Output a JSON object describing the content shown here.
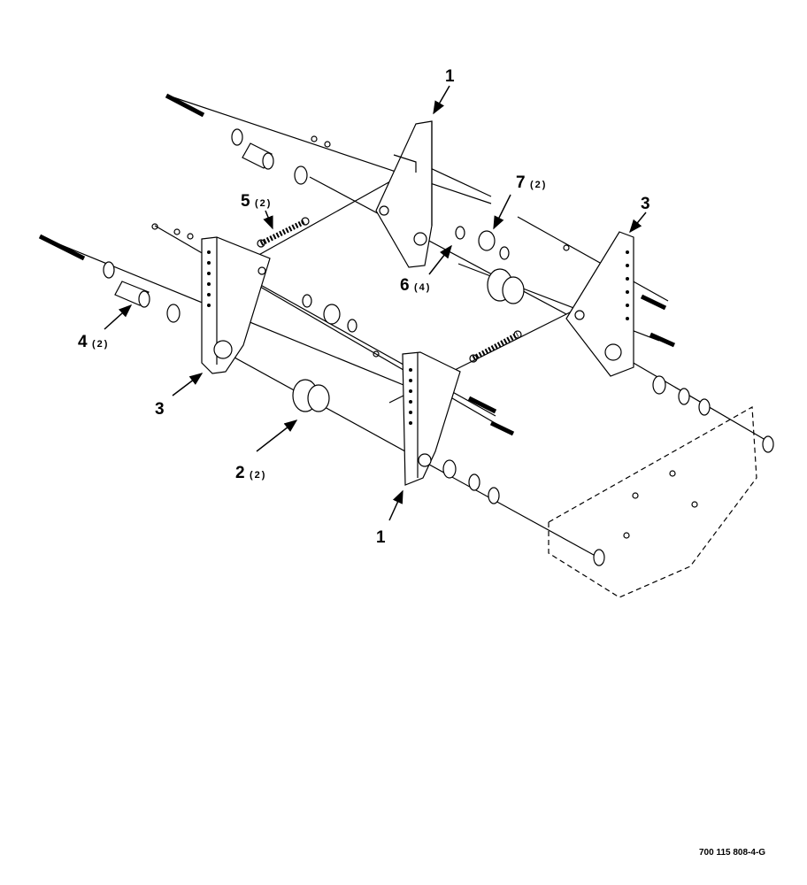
{
  "callouts": [
    {
      "id": "top-plate",
      "number": "1",
      "qty": ""
    },
    {
      "id": "spring",
      "number": "5",
      "qty": "(2)"
    },
    {
      "id": "spacer-small",
      "number": "7",
      "qty": "(2)"
    },
    {
      "id": "right-plate",
      "number": "3",
      "qty": ""
    },
    {
      "id": "washer",
      "number": "6",
      "qty": "(4)"
    },
    {
      "id": "spacer",
      "number": "4",
      "qty": "(2)"
    },
    {
      "id": "left-plate",
      "number": "3",
      "qty": ""
    },
    {
      "id": "roller",
      "number": "2",
      "qty": "(2)"
    },
    {
      "id": "front-plate",
      "number": "1",
      "qty": ""
    }
  ],
  "figure_id": "700 115 808-4-G"
}
